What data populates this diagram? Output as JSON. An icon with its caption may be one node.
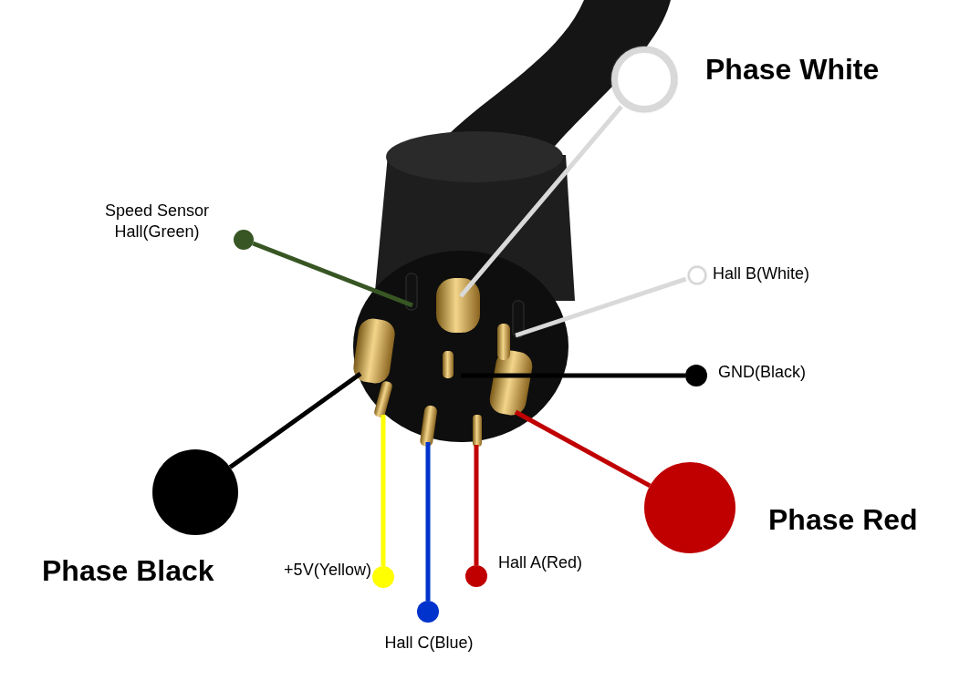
{
  "diagram": {
    "nodes": [
      {
        "text": [
          "Phase White"
        ]
      },
      {
        "text": [
          "Speed Sensor Hall(Green)"
        ]
      },
      {
        "text": [
          "Hall B(White)"
        ]
      },
      {
        "text": [
          "GND(Black)"
        ]
      },
      {
        "text": [
          "Phase Black"
        ]
      },
      {
        "text": [
          "+5V(Yellow)"
        ]
      },
      {
        "text": [
          "Hall C(Blue)"
        ]
      },
      {
        "text": [
          "Hall A(Red)"
        ]
      },
      {
        "text": [
          "Phase Red"
        ]
      }
    ],
    "edges": [
      {
        "from": 0,
        "to": null,
        "arrow": "none",
        "color": "#d9d9d9"
      },
      {
        "from": 1,
        "to": null,
        "arrow": "none",
        "color": "#375623"
      },
      {
        "from": 2,
        "to": null,
        "arrow": "none",
        "color": "#d9d9d9"
      },
      {
        "from": 3,
        "to": null,
        "arrow": "none",
        "color": "#000000"
      },
      {
        "from": 4,
        "to": null,
        "arrow": "none",
        "color": "#000000"
      },
      {
        "from": 5,
        "to": null,
        "arrow": "none",
        "color": "#ffff00"
      },
      {
        "from": 6,
        "to": null,
        "arrow": "none",
        "color": "#0033cc"
      },
      {
        "from": 7,
        "to": null,
        "arrow": "none",
        "color": "#c00000"
      },
      {
        "from": 8,
        "to": null,
        "arrow": "none",
        "color": "#c00000"
      }
    ]
  }
}
